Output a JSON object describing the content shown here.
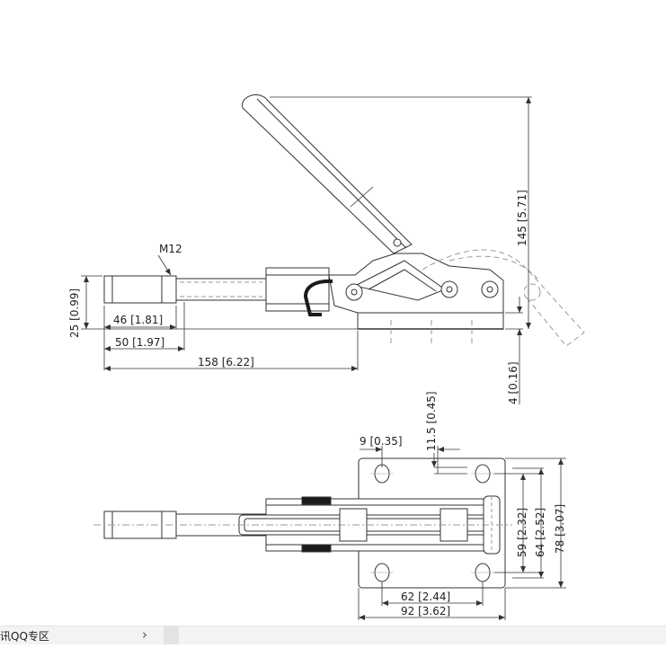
{
  "colors": {
    "line": "#333333",
    "dash": "#9a9a9a",
    "fill_dark": "#1a1a1a"
  },
  "side_view": {
    "thread_label": "M12",
    "dim_height": "25 [0.99]",
    "dim_46": "46 [1.81]",
    "dim_50": "50 [1.97]",
    "dim_158": "158 [6.22]",
    "dim_145": "145 [5.71]",
    "dim_4": "4 [0.16]"
  },
  "top_view": {
    "dim_9": "9 [0.35]",
    "dim_11_5": "11.5 [0.45]",
    "dim_59": "59 [2.32]",
    "dim_64": "64 [2.52]",
    "dim_78": "78 [3.07]",
    "dim_62": "62 [2.44]",
    "dim_92": "92 [3.62]"
  },
  "footer": {
    "label": "讯QQ专区",
    "chevron_icon": "chevron-right-icon"
  }
}
